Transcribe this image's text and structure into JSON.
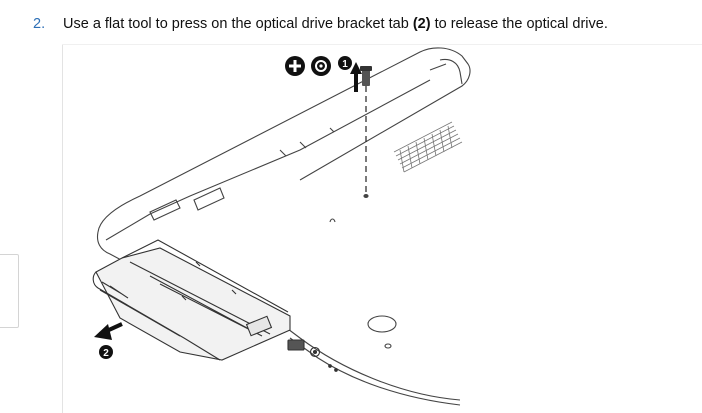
{
  "step": {
    "number": "2.",
    "text_before": "Use a flat tool to press on the optical drive bracket tab ",
    "callout_ref": "(2)",
    "text_after": " to release the optical drive."
  },
  "figure": {
    "callouts": [
      "1",
      "2"
    ],
    "icons": [
      "phillips-screwdriver-icon",
      "torx-screwdriver-icon",
      "callout-1-badge",
      "up-arrow-icon",
      "callout-2-badge",
      "left-arrow-icon"
    ]
  }
}
